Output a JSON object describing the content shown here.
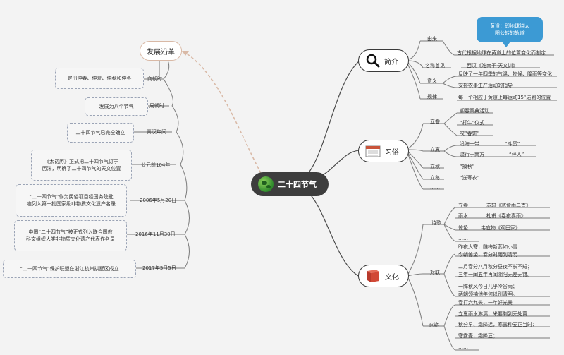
{
  "center": {
    "title": "二十四节气",
    "icon": "globe-icon"
  },
  "history": {
    "title": "发展沿革",
    "items": [
      {
        "era": "商朝时",
        "text": "定出仲春、仲夏、仲秋和仲冬"
      },
      {
        "era": "周朝时",
        "text": "发展为八个节气"
      },
      {
        "era": "秦汉年间",
        "text": "二十四节气已完全确立"
      },
      {
        "era": "公元前104年",
        "text": "《太初历》正式把二十四节气订于\n历法，明确了二十四节气的天文位置"
      },
      {
        "era": "2006年5月20日",
        "text": "“二十四节气”作为民俗项目经国务院批\n准列入第一批国家级非物质文化遗产名录"
      },
      {
        "era": "2016年11月30日",
        "text": "中国“二十四节气”被正式列入联合国教\n科文组织人类非物质文化遗产代表作名录"
      },
      {
        "era": "2017年5月5日",
        "text": "“二十四节气”保护联盟在浙江杭州拱墅区成立"
      }
    ]
  },
  "intro": {
    "title": "简介",
    "icon": "magnifier-icon",
    "callout": "黄道：即地球绕太\n阳公转的轨道",
    "items": [
      {
        "key": "由来",
        "lines": [
          "古代根据地球在黄道上的位置变化而制定"
        ]
      },
      {
        "key": "名称首见",
        "lines": [
          "西汉《淮南子·天文训》"
        ]
      },
      {
        "key": "意义",
        "lines": [
          "反映了一年四季的气温、物候、降雨等变化",
          "安排农事生产活动的指导"
        ]
      },
      {
        "key": "规律",
        "lines": [
          "每一个相应于黄道上每运动15°达到的位置"
        ]
      }
    ]
  },
  "customs": {
    "title": "习俗",
    "icon": "calendar-icon",
    "groups": [
      {
        "key": "立春",
        "items": [
          "迎春祭典活动",
          "“打牛”仪式",
          "咬“春饼”"
        ]
      },
      {
        "key": "立夏",
        "items": [
          {
            "left": "沿海一带",
            "right": "“斗蛋”"
          },
          {
            "left": "流行于南方",
            "right": "“秤人”"
          }
        ]
      },
      {
        "key": "立秋",
        "items": [
          "“摸秋”"
        ]
      },
      {
        "key": "立冬",
        "items": [
          "“送寒衣”"
        ]
      },
      {
        "key": "……",
        "items": []
      }
    ]
  },
  "culture": {
    "title": "文化",
    "icon": "book-icon",
    "poems": {
      "key": "诗歌",
      "items": [
        {
          "name": "立春",
          "desc": "苏轼《寒食雨二首》"
        },
        {
          "name": "雨水",
          "desc": "杜甫《春夜喜雨》"
        },
        {
          "name": "惊蛰",
          "desc": "韦应物《观田家》"
        },
        {
          "name": "……",
          "desc": ""
        }
      ]
    },
    "couplets": {
      "key": "对联",
      "items": [
        "昨夜大寒，雕梅新蕊如小雪\n今朝惊蛰，春分时雨到清明",
        "二月春分八月秋分昼夜不长不短；\n三年一闰五年再闰阴阳无差无错。",
        "一阵秋风今日几乎冷谷雨；\n两朝领袖他年何以别清明。"
      ]
    },
    "proverbs": {
      "key": "农谚",
      "items": [
        "春打六九头，一年好光景",
        "立夏雨水淋漓，米要剩到无处置",
        "秋分早、霜降迟，寒露种麦正当时；",
        "寒露麦，霜降豆；",
        "……"
      ]
    }
  },
  "colors": {
    "accent": "#3c9ad4",
    "line": "#4a4a4a",
    "dashed": "#9aa3b5",
    "curve": "#d9b9a6"
  }
}
